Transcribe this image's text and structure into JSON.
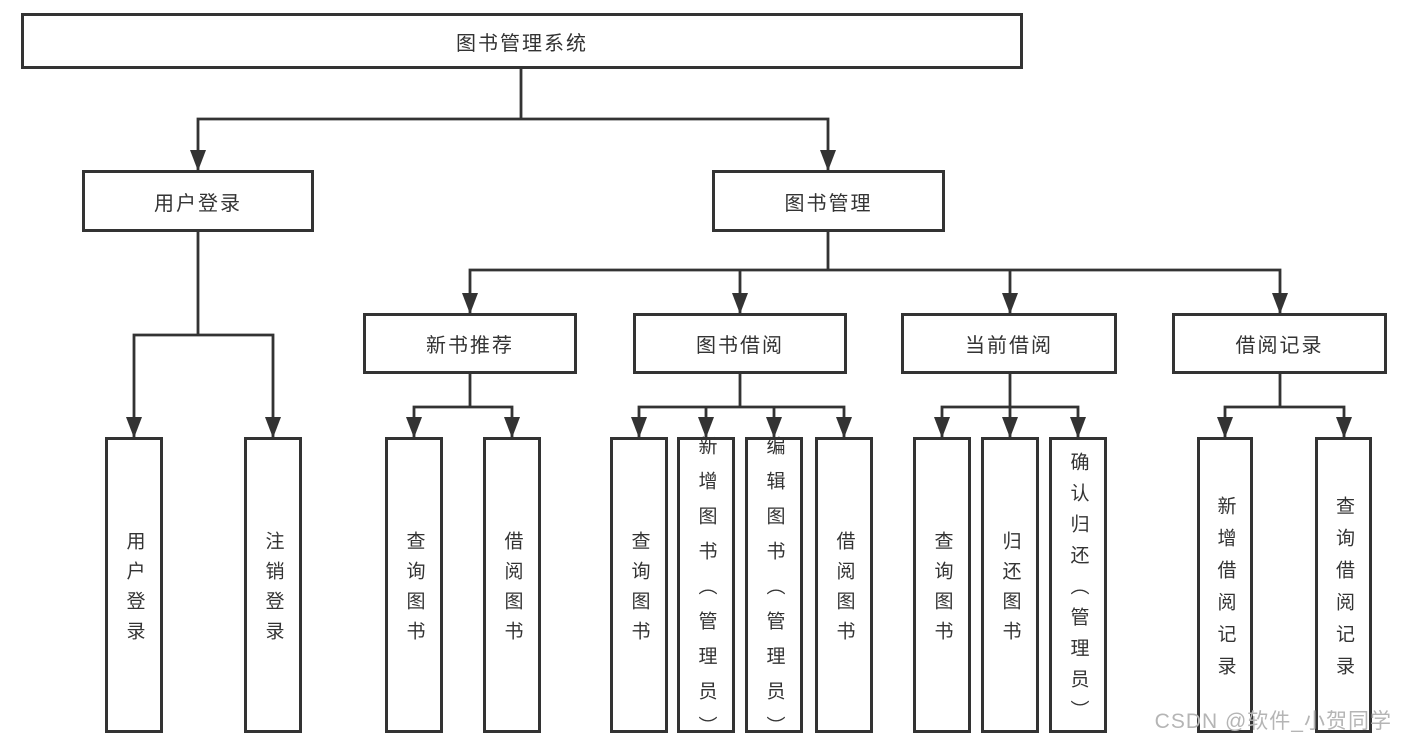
{
  "diagram": {
    "root": {
      "label": "图书管理系统"
    },
    "level2": [
      {
        "label": "用户登录"
      },
      {
        "label": "图书管理"
      }
    ],
    "level3": [
      {
        "label": "新书推荐",
        "parent": "图书管理"
      },
      {
        "label": "图书借阅",
        "parent": "图书管理"
      },
      {
        "label": "当前借阅",
        "parent": "图书管理"
      },
      {
        "label": "借阅记录",
        "parent": "图书管理"
      }
    ],
    "leaves": [
      {
        "label": "用户登录",
        "parent": "用户登录"
      },
      {
        "label": "注销登录",
        "parent": "用户登录"
      },
      {
        "label": "查询图书",
        "parent": "新书推荐"
      },
      {
        "label": "借阅图书",
        "parent": "新书推荐"
      },
      {
        "label": "查询图书",
        "parent": "图书借阅"
      },
      {
        "label": "新增图书（管理员）",
        "parent": "图书借阅"
      },
      {
        "label": "编辑图书（管理员）",
        "parent": "图书借阅"
      },
      {
        "label": "借阅图书",
        "parent": "图书借阅"
      },
      {
        "label": "查询图书",
        "parent": "当前借阅"
      },
      {
        "label": "归还图书",
        "parent": "当前借阅"
      },
      {
        "label": "确认归还（管理员）",
        "parent": "当前借阅"
      },
      {
        "label": "新增借阅记录",
        "parent": "借阅记录"
      },
      {
        "label": "查询借阅记录",
        "parent": "借阅记录"
      }
    ]
  },
  "watermark": {
    "text": "CSDN @软件_小贺同学"
  },
  "colors": {
    "line": "#333333",
    "text": "#333333",
    "watermark": "#b5b5b5",
    "background": "#ffffff"
  }
}
